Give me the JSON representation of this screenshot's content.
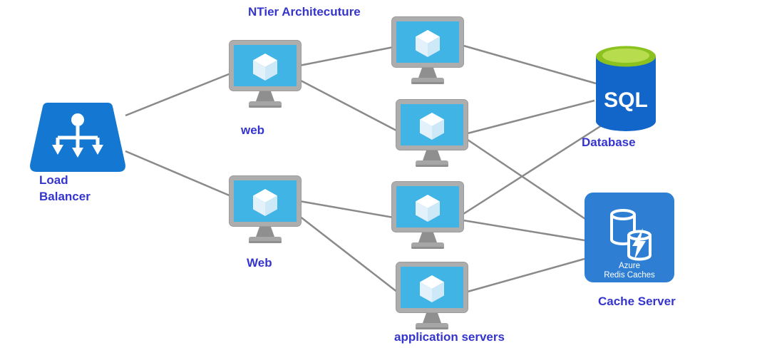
{
  "title": "NTier Architecuture",
  "labels": {
    "load_balancer_line1": "Load",
    "load_balancer_line2": "Balancer",
    "web_top": "web",
    "web_bottom": "Web",
    "app_servers": "application servers",
    "database": "Database",
    "cache_server": "Cache Server"
  },
  "icons": {
    "sql_text": "SQL",
    "redis_line1": "Azure",
    "redis_line2": "Redis Caches"
  },
  "colors": {
    "label_text": "#3535cd",
    "connector_gray": "#8a8a8a",
    "monitor_screen_blue": "#41b4e6",
    "monitor_frame_gray": "#adadad",
    "load_balancer_blue": "#1478d2",
    "sql_body_blue": "#1266c9",
    "sql_top_green": "#8cc21f",
    "redis_blue": "#2e7fd4"
  },
  "edges": [
    {
      "from": "load-balancer",
      "to": "web-1"
    },
    {
      "from": "load-balancer",
      "to": "web-2"
    },
    {
      "from": "web-1",
      "to": "app-1"
    },
    {
      "from": "web-1",
      "to": "app-2"
    },
    {
      "from": "web-2",
      "to": "app-3"
    },
    {
      "from": "web-2",
      "to": "app-4"
    },
    {
      "from": "app-1",
      "to": "database"
    },
    {
      "from": "app-2",
      "to": "database"
    },
    {
      "from": "app-3",
      "to": "database"
    },
    {
      "from": "app-2",
      "to": "cache"
    },
    {
      "from": "app-3",
      "to": "cache"
    },
    {
      "from": "app-4",
      "to": "cache"
    }
  ]
}
